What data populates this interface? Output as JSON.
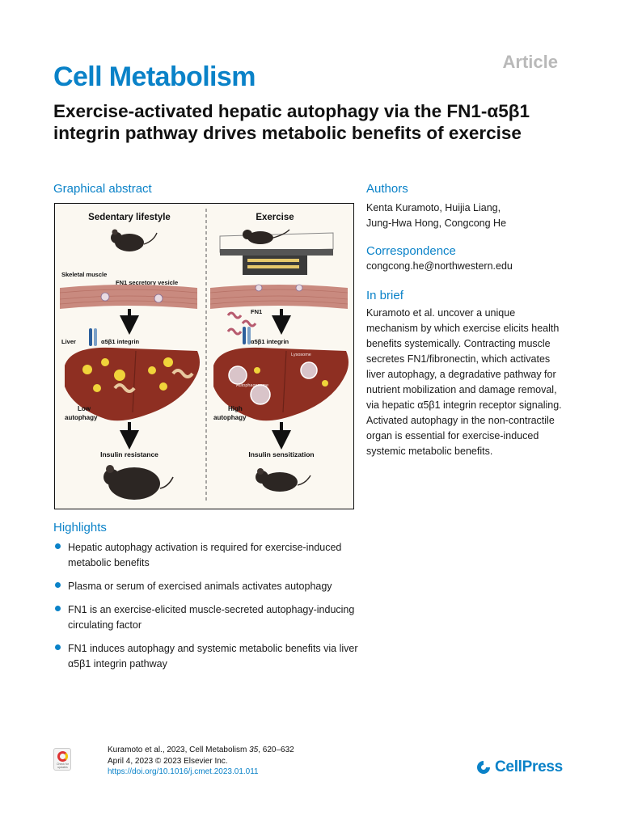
{
  "header": {
    "article_type": "Article",
    "journal": "Cell Metabolism",
    "title": "Exercise-activated hepatic autophagy via the FN1-α5β1 integrin pathway drives metabolic benefits of exercise"
  },
  "graphical_abstract": {
    "heading": "Graphical abstract",
    "left_panel": {
      "title": "Sedentary lifestyle",
      "skeletal_muscle_label": "Skeletal muscle",
      "vesicle_label": "FN1 secretory vesicle",
      "liver_label": "Liver",
      "integrin_label": "α5β1 integrin",
      "autophagy_label_line1": "Low",
      "autophagy_label_line2": "autophagy",
      "outcome": "Insulin resistance"
    },
    "right_panel": {
      "title": "Exercise",
      "fn1_label": "FN1",
      "integrin_label": "α5β1 integrin",
      "lysosome_label": "Lysosome",
      "autophagosome_label": "Autophagosome",
      "autophagy_label_line1": "High",
      "autophagy_label_line2": "autophagy",
      "outcome": "Insulin sensitization"
    },
    "colors": {
      "muscle": "#c98a7f",
      "liver": "#8e2f22",
      "fat_droplet": "#f0d43a",
      "mouse": "#2c2623",
      "integrin": "#2d5f9c"
    }
  },
  "authors": {
    "heading": "Authors",
    "line1": "Kenta Kuramoto, Huijia Liang,",
    "line2": "Jung-Hwa Hong, Congcong He"
  },
  "correspondence": {
    "heading": "Correspondence",
    "email": "congcong.he@northwestern.edu"
  },
  "in_brief": {
    "heading": "In brief",
    "text": "Kuramoto et al. uncover a unique mechanism by which exercise elicits health benefits systemically. Contracting muscle secretes FN1/fibronectin, which activates liver autophagy, a degradative pathway for nutrient mobilization and damage removal, via hepatic α5β1 integrin receptor signaling. Activated autophagy in the non-contractile organ is essential for exercise-induced systemic metabolic benefits."
  },
  "highlights": {
    "heading": "Highlights",
    "items": [
      "Hepatic autophagy activation is required for exercise-induced metabolic benefits",
      "Plasma or serum of exercised animals activates autophagy",
      "FN1 is an exercise-elicited muscle-secreted autophagy-inducing circulating factor",
      "FN1 induces autophagy and systemic metabolic benefits via liver α5β1 integrin pathway"
    ]
  },
  "footer": {
    "crossmark_text": "Check for updates",
    "citation_prefix": "Kuramoto et al., 2023, Cell Metabolism ",
    "volume": "35",
    "pages": ", 620–632",
    "date_line": "April 4, 2023 © 2023 Elsevier Inc.",
    "doi": "https://doi.org/10.1016/j.cmet.2023.01.011",
    "publisher": "CellPress"
  }
}
